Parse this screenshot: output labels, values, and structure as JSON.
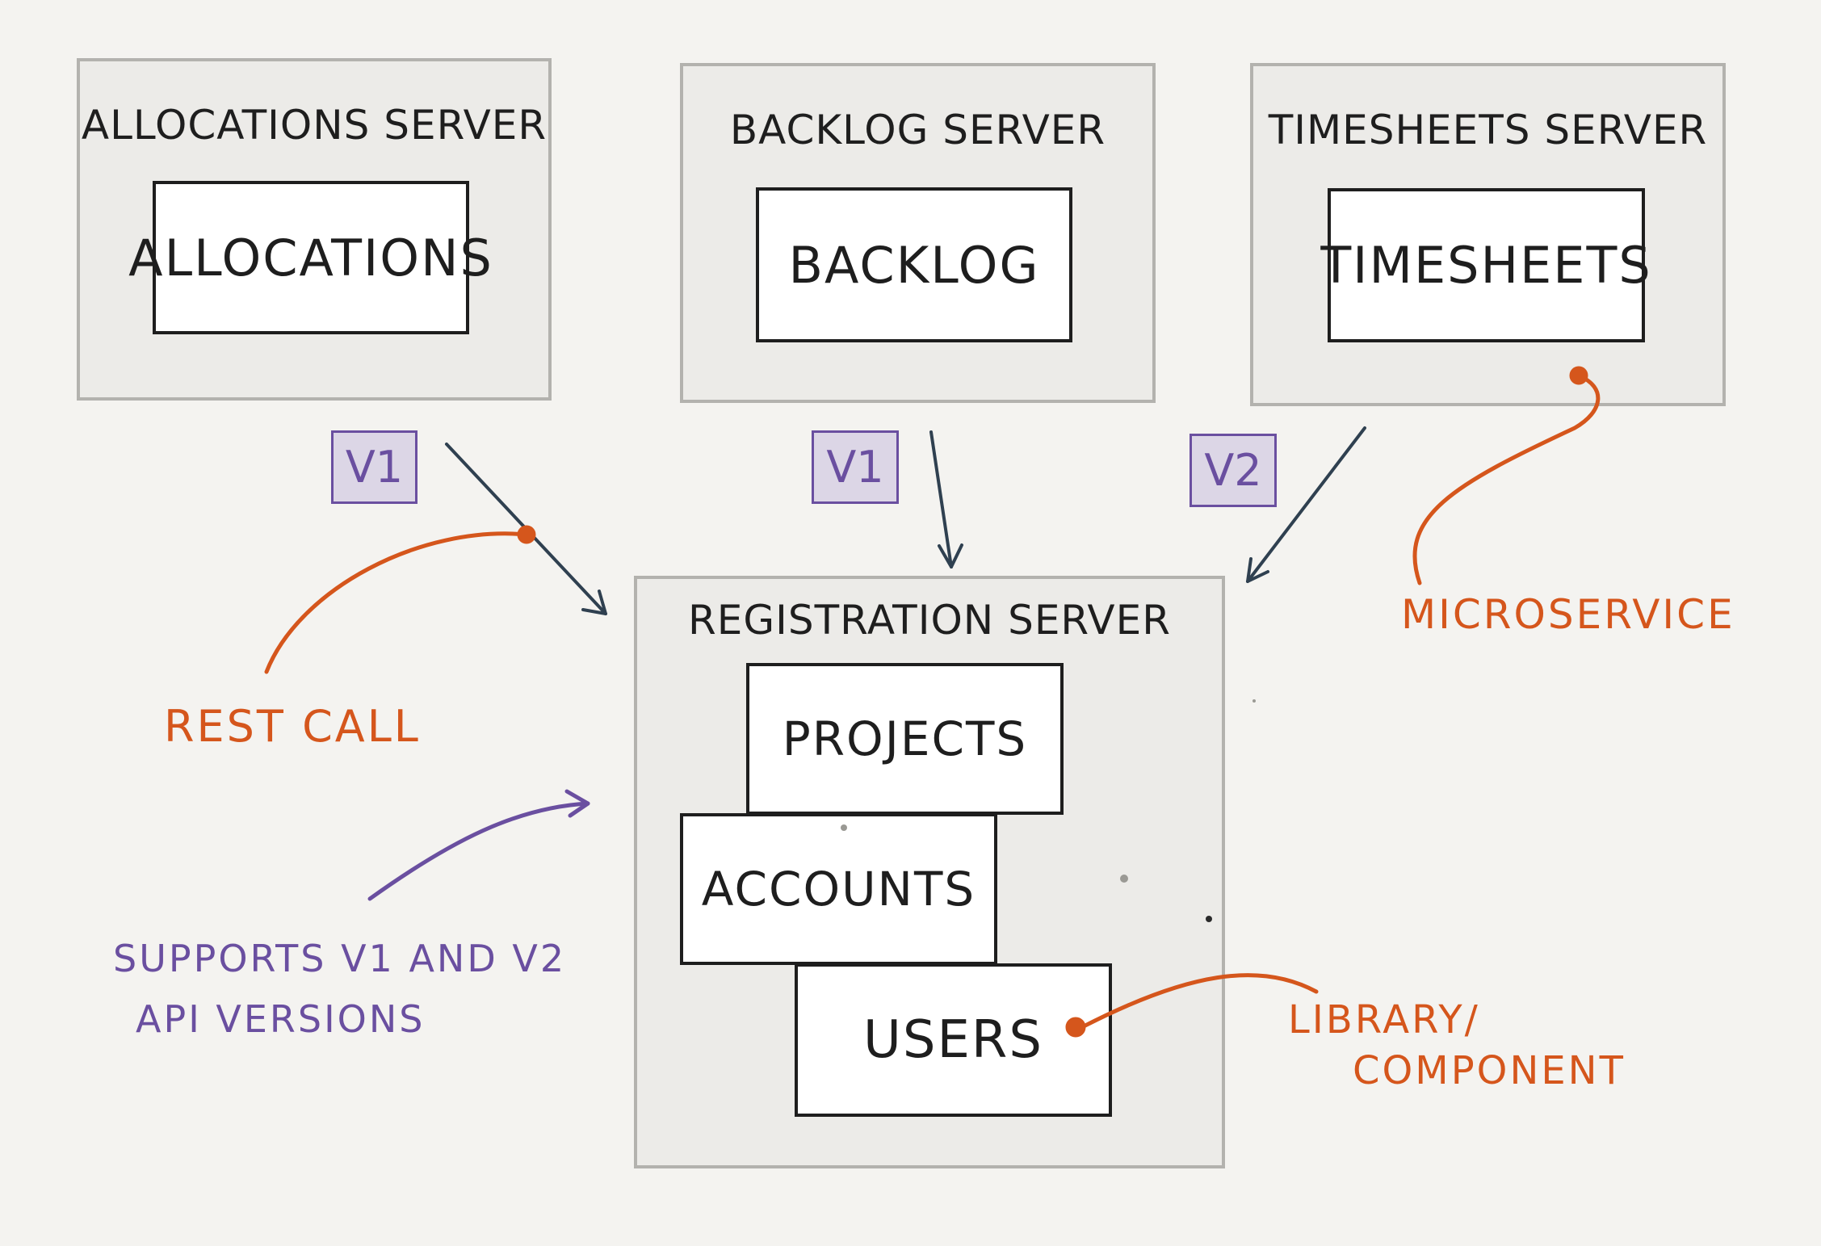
{
  "servers": {
    "allocations": {
      "title": "Allocations Server",
      "component": "Allocations"
    },
    "backlog": {
      "title": "Backlog Server",
      "component": "Backlog"
    },
    "timesheets": {
      "title": "Timesheets Server",
      "component": "Timesheets"
    },
    "registration": {
      "title": "Registration Server",
      "components": [
        "Projects",
        "Accounts",
        "Users"
      ]
    }
  },
  "versions": {
    "allocations": "V1",
    "backlog": "V1",
    "timesheets": "V2"
  },
  "annotations": {
    "rest_call": "Rest Call",
    "microservice": "Microservice",
    "library_line1": "Library/",
    "library_line2": "Component",
    "supports_line1": "Supports V1 and V2",
    "supports_line2": "API Versions"
  },
  "colors": {
    "background": "#f4f3f0",
    "server_fill": "#ecebe8",
    "server_border": "#b3b2ae",
    "component_border": "#1e1e1e",
    "arrow": "#2f4050",
    "annotation_orange": "#d5561c",
    "annotation_purple": "#6a4fa0",
    "version_fill": "#dcd6e6"
  }
}
